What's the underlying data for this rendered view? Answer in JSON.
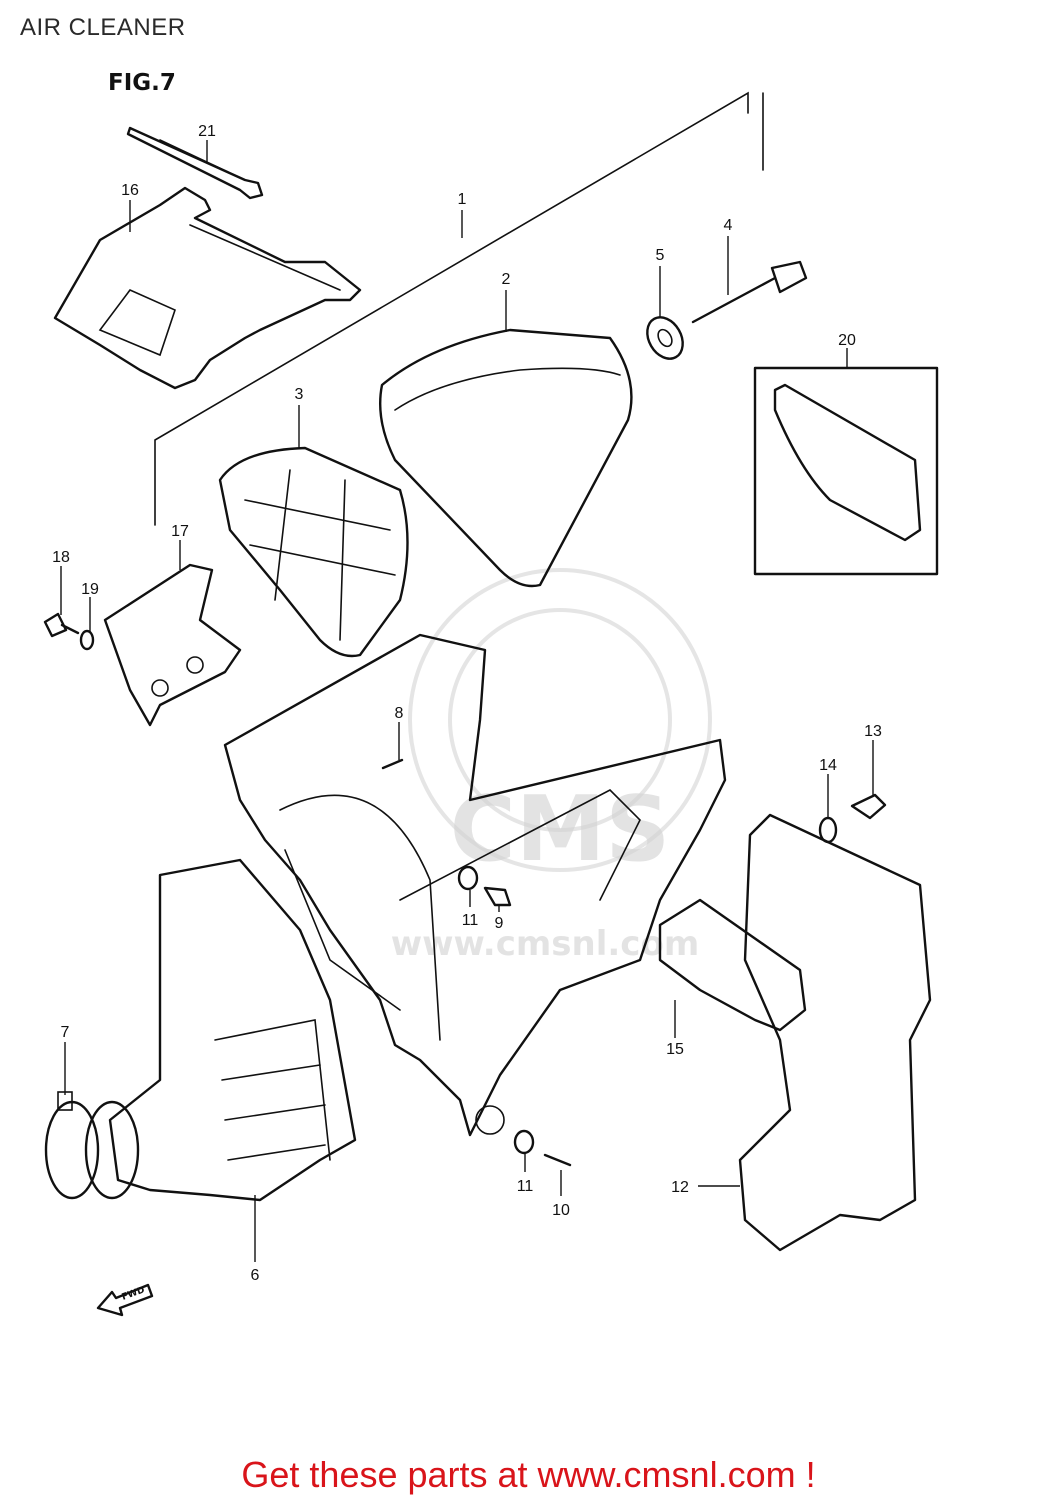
{
  "page": {
    "title": "AIR CLEANER",
    "figure_label": "FIG.7"
  },
  "callouts": [
    "1",
    "2",
    "3",
    "4",
    "5",
    "6",
    "7",
    "8",
    "9",
    "10",
    "11",
    "11",
    "12",
    "13",
    "14",
    "15",
    "16",
    "17",
    "18",
    "19",
    "20",
    "21"
  ],
  "fwd_label": "FWD",
  "watermark": {
    "brand": "CMS",
    "url": "www.cmsnl.com"
  },
  "footer": {
    "text": "Get these parts at www.cmsnl.com !",
    "color": "#d9141a"
  },
  "icons": [
    "fwd-arrow-icon",
    "cms-watermark-logo"
  ]
}
